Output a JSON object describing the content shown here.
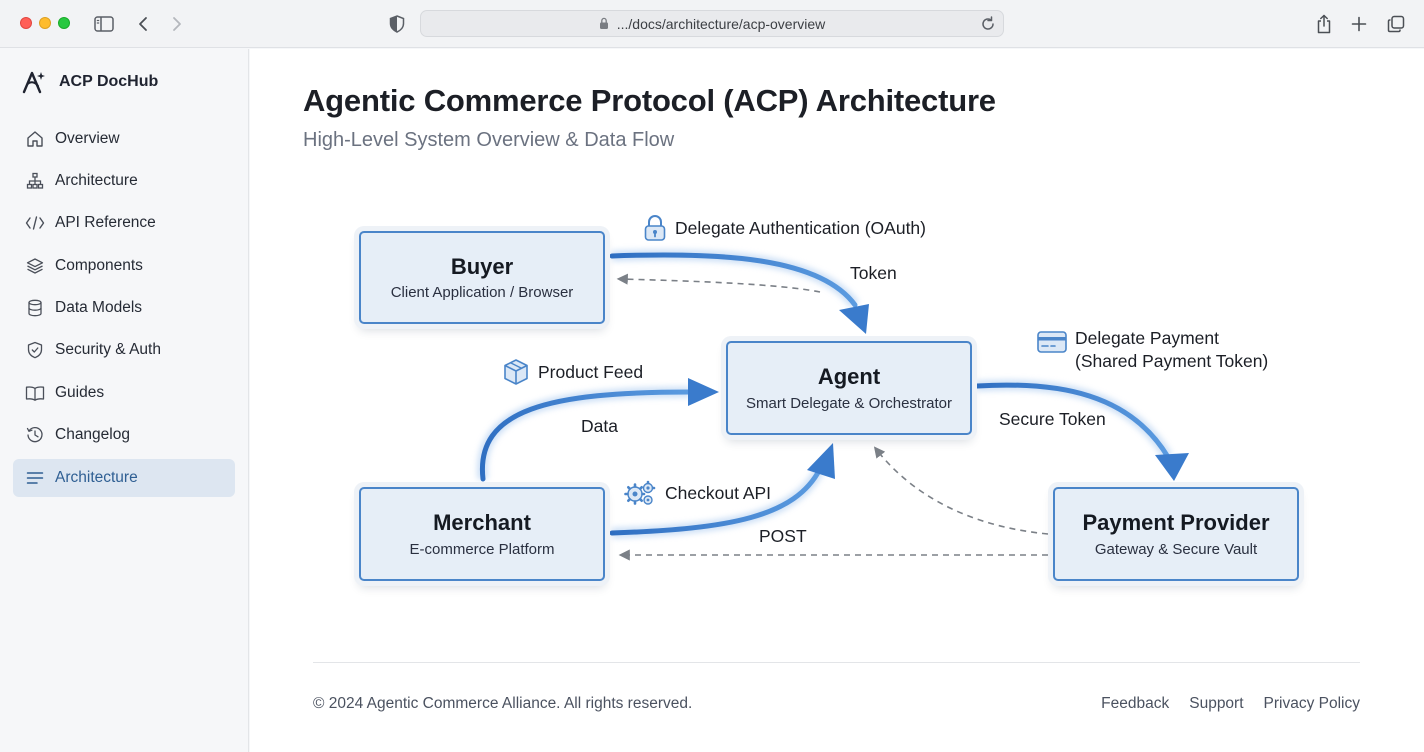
{
  "browser": {
    "url": ".../docs/architecture/acp-overview"
  },
  "sidebar": {
    "brand": "ACP DocHub",
    "items": [
      {
        "label": "Overview",
        "icon": "home-icon"
      },
      {
        "label": "Architecture",
        "icon": "sitemap-icon"
      },
      {
        "label": "API Reference",
        "icon": "code-icon"
      },
      {
        "label": "Components",
        "icon": "layers-icon"
      },
      {
        "label": "Data Models",
        "icon": "database-icon"
      },
      {
        "label": "Security & Auth",
        "icon": "shield-icon"
      },
      {
        "label": "Guides",
        "icon": "book-icon"
      },
      {
        "label": "Changelog",
        "icon": "history-icon"
      },
      {
        "label": "Architecture",
        "icon": "list-icon",
        "active": true
      }
    ]
  },
  "page": {
    "title": "Agentic Commerce Protocol (ACP) Architecture",
    "subtitle": "High-Level System Overview & Data Flow"
  },
  "diagram": {
    "nodes": {
      "buyer": {
        "title": "Buyer",
        "subtitle": "Client Application / Browser"
      },
      "agent": {
        "title": "Agent",
        "subtitle": "Smart Delegate & Orchestrator"
      },
      "merchant": {
        "title": "Merchant",
        "subtitle": "E-commerce Platform"
      },
      "payment": {
        "title": "Payment Provider",
        "subtitle": "Gateway & Secure Vault"
      }
    },
    "labels": {
      "auth": "Delegate Authentication (OAuth)",
      "token": "Token",
      "product_feed": "Product Feed",
      "data": "Data",
      "delegate_payment_1": "Delegate Payment",
      "delegate_payment_2": "(Shared Payment Token)",
      "secure_token": "Secure Token",
      "checkout_api": "Checkout API",
      "post": "POST"
    }
  },
  "footer": {
    "copyright": "© 2024 Agentic Commerce Alliance. All rights reserved.",
    "links": [
      "Feedback",
      "Support",
      "Privacy Policy"
    ]
  },
  "colors": {
    "accent": "#4a85c9",
    "node_fill": "#e6eef7",
    "active_nav": "#dde6f1"
  }
}
